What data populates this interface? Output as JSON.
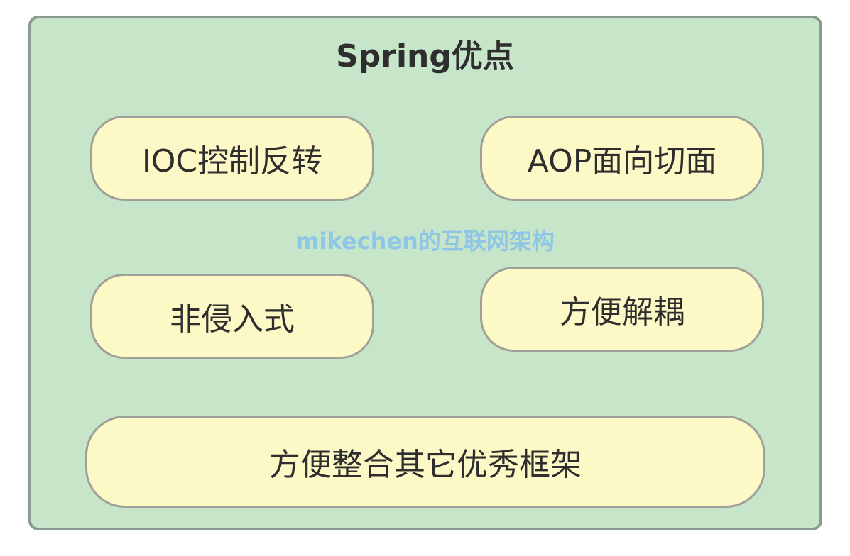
{
  "diagram": {
    "title": "Spring优点",
    "watermark": "mikechen的互联网架构",
    "items": [
      {
        "label": "IOC控制反转"
      },
      {
        "label": "AOP面向切面"
      },
      {
        "label": "非侵入式"
      },
      {
        "label": "方便解耦"
      },
      {
        "label": "方便整合其它优秀框架"
      }
    ],
    "colors": {
      "panel_fill": "#c6e5c9",
      "panel_border": "#8a9a8c",
      "pill_fill": "#fdf9c6",
      "pill_border": "#a0a09a",
      "text": "#2e2e2e",
      "watermark": "#8fc6e6"
    }
  }
}
